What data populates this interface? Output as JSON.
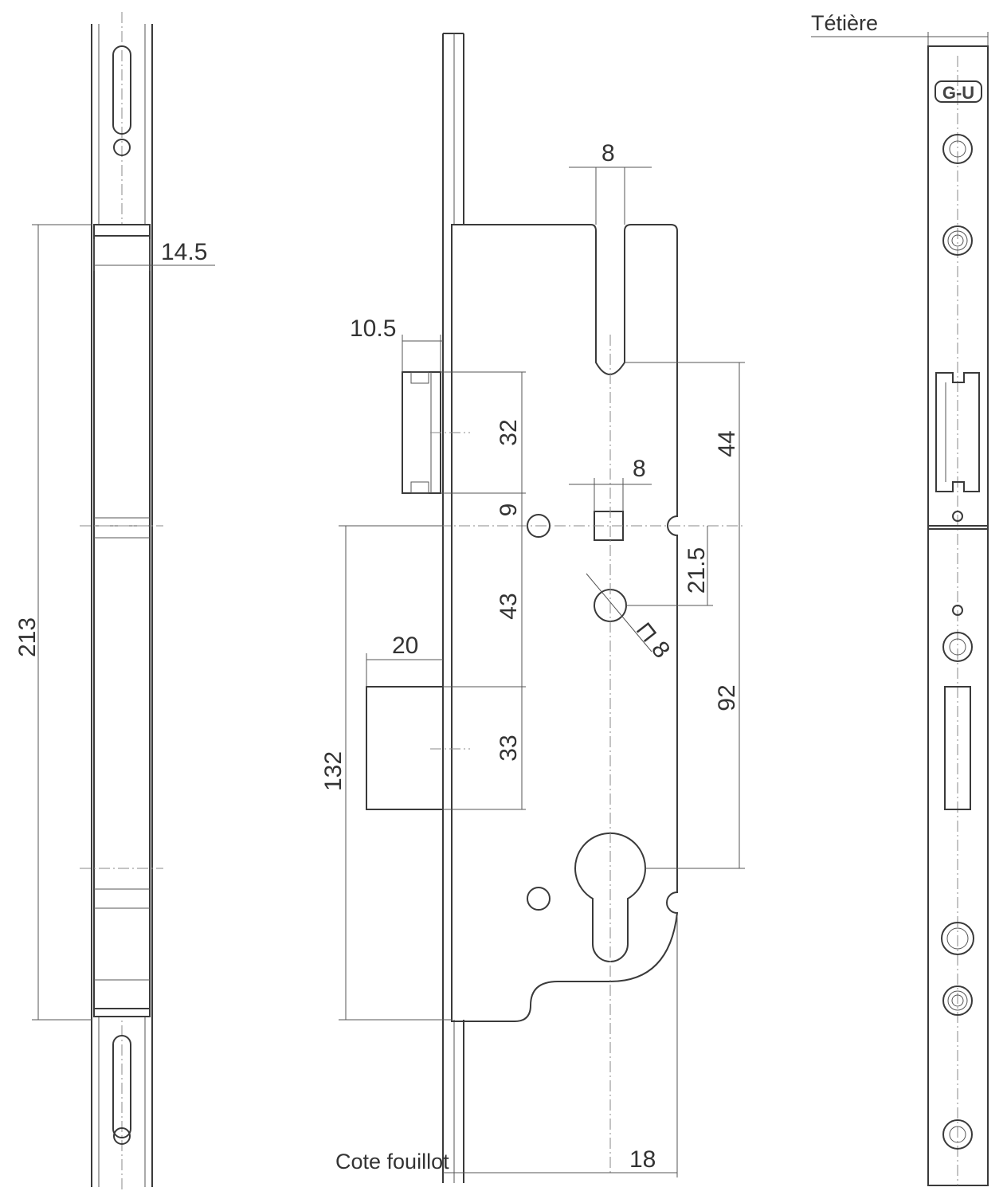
{
  "dimensions": {
    "d_14_5": "14.5",
    "d_213": "213",
    "d_10_5": "10.5",
    "d_8_top": "8",
    "d_32": "32",
    "d_44": "44",
    "d_8_square": "8",
    "d_9": "9",
    "d_21_5": "21.5",
    "d_43": "43",
    "d_diam_8": "⊓ 8",
    "d_20": "20",
    "d_92": "92",
    "d_33": "33",
    "d_132": "132",
    "d_18": "18"
  },
  "labels": {
    "cote_fouillot": "Cote fouillot",
    "tetiere": "Tétière",
    "logo": "G-U"
  },
  "colors": {
    "line": "#3a3a3a",
    "dimension": "#555555",
    "background": "#ffffff"
  }
}
